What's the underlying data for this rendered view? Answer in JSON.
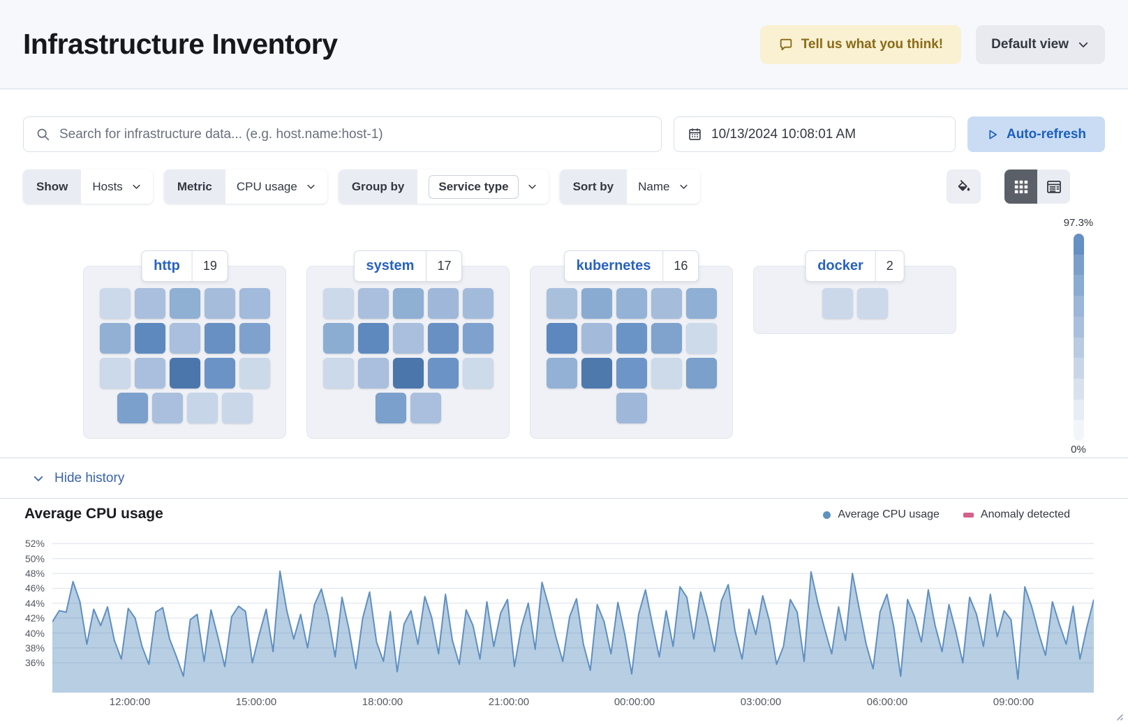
{
  "header": {
    "title": "Infrastructure Inventory",
    "feedback_label": "Tell us what you think!",
    "view_selector_label": "Default view"
  },
  "toolbar": {
    "search_placeholder": "Search for infrastructure data... (e.g. host.name:host-1)",
    "datetime": "10/13/2024 10:08:01 AM",
    "auto_refresh_label": "Auto-refresh"
  },
  "filters": {
    "show": {
      "label": "Show",
      "value": "Hosts"
    },
    "metric": {
      "label": "Metric",
      "value": "CPU usage"
    },
    "group_by": {
      "label": "Group by",
      "value": "Service type"
    },
    "sort_by": {
      "label": "Sort by",
      "value": "Name"
    }
  },
  "scale": {
    "max_label": "97.3%",
    "min_label": "0%",
    "steps": [
      "#6590c3",
      "#7a9fcb",
      "#8aabd2",
      "#9bb6d8",
      "#aabfdd",
      "#b9cbe3",
      "#c9d6e9",
      "#d8e2ef",
      "#e6edf5",
      "#f2f6fb"
    ]
  },
  "groups": [
    {
      "name": "http",
      "count": "19",
      "tile_rows": [
        [
          "#ccd9ea",
          "#a9bfdd",
          "#8fafd3",
          "#a5bcdb",
          "#a2badb"
        ],
        [
          "#92b0d4",
          "#5d89bf",
          "#a9bfdd",
          "#6890c3",
          "#7ea2cd"
        ],
        [
          "#cbd9ea",
          "#a9bfdd",
          "#4a76ab",
          "#6b93c6",
          "#cbd9e9"
        ],
        [
          "#7ba0cb",
          "#a9bfdd",
          "#c6d5e8",
          "#c9d7e9"
        ]
      ]
    },
    {
      "name": "system",
      "count": "17",
      "tile_rows": [
        [
          "#ccd9ea",
          "#aabfdd",
          "#8fafd3",
          "#9fb7d9",
          "#a3bbdb"
        ],
        [
          "#8cadd2",
          "#5d89bf",
          "#a9bfdd",
          "#6890c3",
          "#7ea2cd"
        ],
        [
          "#cbd9ea",
          "#a9bfdd",
          "#4a76ab",
          "#6b93c6",
          "#ccdaea"
        ],
        [
          "#7ba0cb",
          "#a9bfdd"
        ]
      ]
    },
    {
      "name": "kubernetes",
      "count": "16",
      "tile_rows": [
        [
          "#a9c0dd",
          "#8aabd1",
          "#94b2d6",
          "#a5bcdb",
          "#8fafd4"
        ],
        [
          "#5c88bf",
          "#a3badb",
          "#6b94c6",
          "#7fa3cd",
          "#ccdaea"
        ],
        [
          "#93b1d5",
          "#4d79ad",
          "#6d95c7",
          "#ccdaea",
          "#7aa0cb"
        ],
        [
          "#9fb8da"
        ]
      ]
    },
    {
      "name": "docker",
      "count": "2",
      "tile_rows": [
        [
          "#cbd8e9",
          "#ccd9ea"
        ]
      ]
    }
  ],
  "history": {
    "toggle_label": "Hide history"
  },
  "chart_data": {
    "type": "area",
    "title": "Average CPU usage",
    "legend": [
      {
        "label": "Average CPU usage",
        "color": "#6092c0",
        "marker": "dot"
      },
      {
        "label": "Anomaly detected",
        "color": "#d6608a",
        "marker": "rect"
      }
    ],
    "grid": true,
    "line_color": "#5f8fc0",
    "fill_color": "rgba(96,146,192,0.45)",
    "x_tick_labels": [
      "12:00:00",
      "15:00:00",
      "18:00:00",
      "21:00:00",
      "00:00:00",
      "03:00:00",
      "06:00:00",
      "09:00:00"
    ],
    "x_tick_fractions": [
      0.0744,
      0.1957,
      0.317,
      0.4383,
      0.559,
      0.6803,
      0.8016,
      0.9229
    ],
    "y_tick_labels": [
      "52%",
      "50%",
      "48%",
      "46%",
      "44%",
      "42%",
      "40%",
      "38%",
      "36%"
    ],
    "y_tick_values": [
      52,
      50,
      48,
      46,
      44,
      42,
      40,
      38,
      36
    ],
    "ylim": [
      32,
      52.5
    ],
    "series": [
      {
        "name": "Average CPU usage",
        "values": [
          41.5,
          43.0,
          42.8,
          46.9,
          44.2,
          38.5,
          43.2,
          41.0,
          43.5,
          39.0,
          36.5,
          43.3,
          42.0,
          38.2,
          35.8,
          42.8,
          43.4,
          39.2,
          36.8,
          34.2,
          41.8,
          42.5,
          36.2,
          43.1,
          39.5,
          35.5,
          42.2,
          43.6,
          42.9,
          36.0,
          39.8,
          43.2,
          37.5,
          48.3,
          43.0,
          39.2,
          42.5,
          38.0,
          43.8,
          45.9,
          42.2,
          36.8,
          44.8,
          40.5,
          35.2,
          42.0,
          45.5,
          38.8,
          36.2,
          42.9,
          34.8,
          41.2,
          43.0,
          38.5,
          44.9,
          42.1,
          37.2,
          45.2,
          39.0,
          35.8,
          43.1,
          41.0,
          36.5,
          44.2,
          38.2,
          42.7,
          44.5,
          35.5,
          40.8,
          44.0,
          37.8,
          46.8,
          43.5,
          39.5,
          36.2,
          42.2,
          44.6,
          38.5,
          35.0,
          43.8,
          41.5,
          37.2,
          44.1,
          39.8,
          34.5,
          42.5,
          45.8,
          41.2,
          36.8,
          43.0,
          38.2,
          46.2,
          44.8,
          39.2,
          45.5,
          42.0,
          37.5,
          44.3,
          46.5,
          40.2,
          36.5,
          43.2,
          39.8,
          45.0,
          41.5,
          35.8,
          38.2,
          44.5,
          42.8,
          36.2,
          48.2,
          44.0,
          40.5,
          37.2,
          43.5,
          39.0,
          48.0,
          43.2,
          38.5,
          35.2,
          42.8,
          45.2,
          40.8,
          34.2,
          44.5,
          42.2,
          38.8,
          45.8,
          41.0,
          37.5,
          43.8,
          40.2,
          36.0,
          44.8,
          42.5,
          38.2,
          45.2,
          39.5,
          43.0,
          41.8,
          33.8,
          46.2,
          43.5,
          40.0,
          37.0,
          44.2,
          41.2,
          38.5,
          43.6,
          36.5,
          40.8,
          44.5
        ]
      }
    ]
  }
}
